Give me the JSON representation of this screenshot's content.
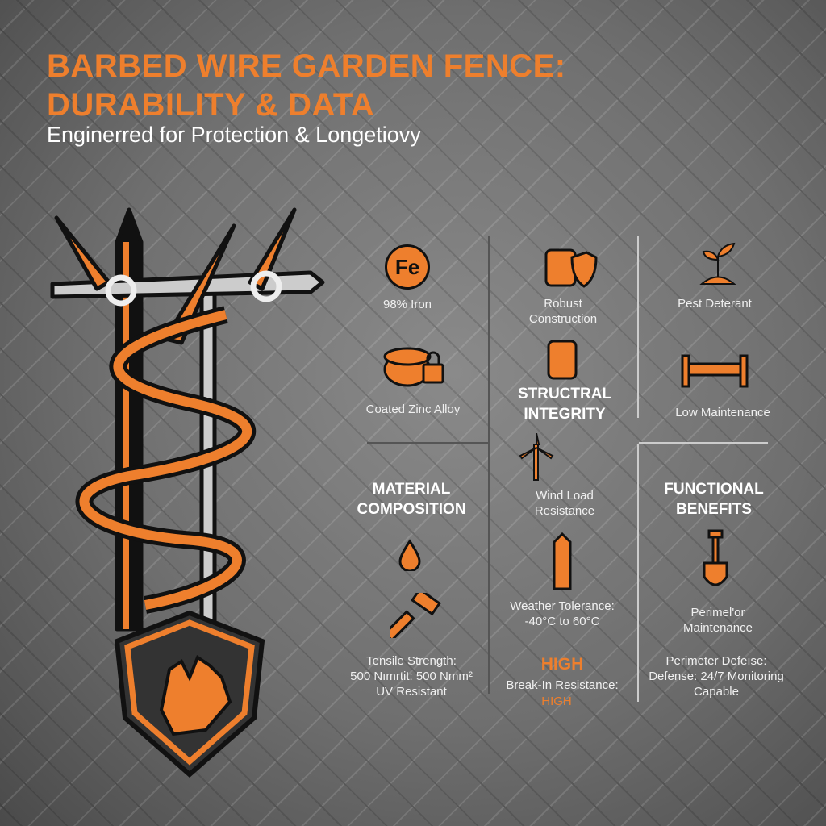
{
  "title_line1": "BARBED WIRE GARDEN FENCE:",
  "title_line2": "DURABILITY & DATA",
  "subtitle": "Enginerred for Protection & Longetiovy",
  "accent_color": "#ee7f2d",
  "material": {
    "heading_line1": "MATERIAL",
    "heading_line2": "COMPOSITION",
    "items": [
      {
        "icon": "iron-globe-icon",
        "label": "98% Iron",
        "icon_text": "Fe"
      },
      {
        "icon": "wire-coil-lock-icon",
        "label": "Coated Zinc Alloy"
      },
      {
        "icon": "water-drop-icon"
      },
      {
        "icon": "hammer-icon"
      }
    ],
    "tensile_line1": "Tensile Strength:",
    "tensile_line2": "500 Nımrtit: 500 Nmm²",
    "tensile_line3": "UV Resistant"
  },
  "structural": {
    "robust_line1": "Robust",
    "robust_line2": "Construction",
    "heading_line1": "STRUCTRAL",
    "heading_line2": "INTEGRITY",
    "wind_line1": "Wind Load",
    "wind_line2": "Resistance",
    "weather_line1": "Weather Tolerance:",
    "weather_line2": "-40°C to 60°C",
    "high_big": "HIGH",
    "breakin": "Break-In Resistance:",
    "breakin_value": "HIGH"
  },
  "functional": {
    "pest": "Pest Deterant",
    "low_maintenance": "Low Maintenance",
    "heading_line1": "FUNCTIONAL",
    "heading_line2": "BENEFITS",
    "perim_line1": "Perimel'or",
    "perim_line2": "Maintenance",
    "defense_line1": "Perimeter Defeıse:",
    "defense_line2": "Defense: 24/7 Monitoring",
    "defense_line3": "Capable"
  }
}
